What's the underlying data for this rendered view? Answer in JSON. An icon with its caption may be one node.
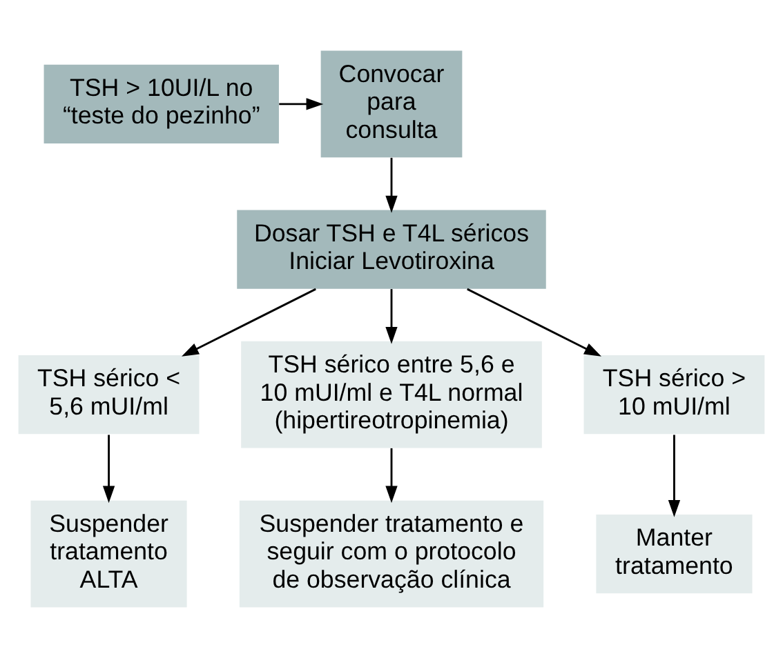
{
  "diagram": {
    "nodes": [
      {
        "text": [
          "TSH > 10UI/L no “teste do pezinho”"
        ]
      },
      {
        "text": [
          "Convocar para consulta"
        ]
      },
      {
        "text": [
          "Dosar TSH e T4L séricos",
          "Iniciar Levotiroxina"
        ]
      },
      {
        "text": [
          "TSH sérico < 5,6 mUI/ml"
        ]
      },
      {
        "text": [
          "TSH sérico entre 5,6 e 10 mUI/ml e T4L normal (hipertireotropinemia)"
        ]
      },
      {
        "text": [
          "TSH sérico > 10 mUI/ml"
        ]
      },
      {
        "text": [
          "Suspender tratamento ALTA"
        ]
      },
      {
        "text": [
          "Suspender tratamento e seguir com o protocolo de observação clínica"
        ]
      },
      {
        "text": [
          "Manter tratamento"
        ]
      }
    ],
    "edges": [
      {
        "from": 0,
        "to": 1,
        "arrow": "to"
      },
      {
        "from": 1,
        "to": 2,
        "arrow": "to"
      },
      {
        "from": 2,
        "to": 3,
        "arrow": "to"
      },
      {
        "from": 2,
        "to": 4,
        "arrow": "to"
      },
      {
        "from": 2,
        "to": 5,
        "arrow": "to"
      },
      {
        "from": 3,
        "to": 6,
        "arrow": "to"
      },
      {
        "from": 4,
        "to": 7,
        "arrow": "to"
      },
      {
        "from": 5,
        "to": 8,
        "arrow": "to"
      }
    ]
  }
}
